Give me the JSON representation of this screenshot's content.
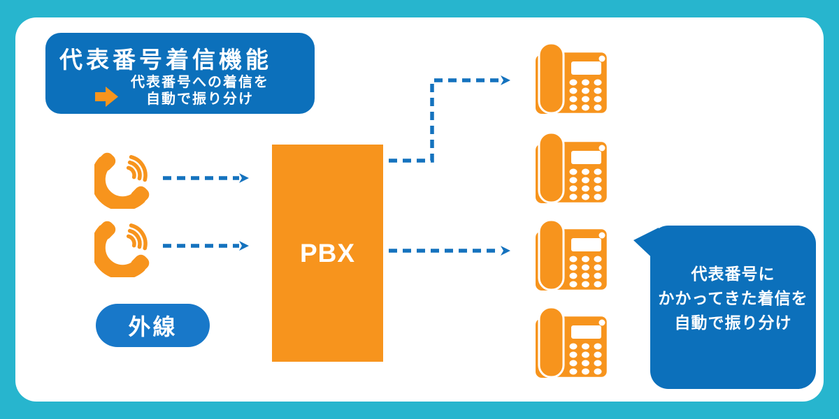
{
  "colors": {
    "background_cyan": "#27B5CE",
    "card_white": "#FFFFFF",
    "primary_blue": "#0C70BB",
    "button_blue": "#1878C9",
    "arrow_blue": "#1472BE",
    "orange": "#F7941D"
  },
  "header": {
    "title": "代表番号着信機能",
    "arrow_icon": "right-block-arrow-icon",
    "subtitle": [
      "代表番号への着信を",
      "自動で振り分け"
    ]
  },
  "left": {
    "incoming_call_icons": [
      "ringing-phone-icon",
      "ringing-phone-icon"
    ],
    "label": "外線"
  },
  "pbx": {
    "label": "PBX"
  },
  "extensions": {
    "phone_icons": [
      "desk-phone-icon",
      "desk-phone-icon",
      "desk-phone-icon",
      "desk-phone-icon"
    ]
  },
  "callout": {
    "lines": [
      "代表番号に",
      "かかってきた着信を",
      "自動で振り分け"
    ]
  }
}
